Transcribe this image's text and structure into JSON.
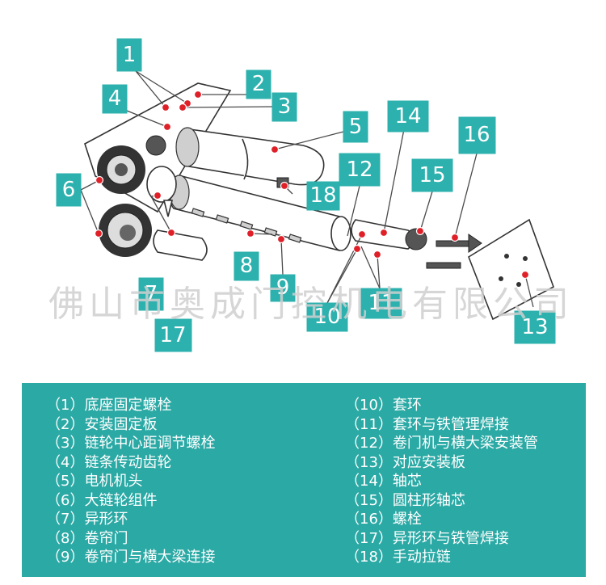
{
  "callouts": [
    "1",
    "2",
    "3",
    "4",
    "5",
    "6",
    "7",
    "8",
    "9",
    "10",
    "11",
    "12",
    "13",
    "14",
    "15",
    "16",
    "17",
    "18"
  ],
  "watermark": "佛山市奥成门控机电有限公司",
  "legend": {
    "left": [
      "（1）底座固定螺栓",
      "（2）安装固定板",
      "（3）链轮中心距调节螺栓",
      "（4）链条传动齿轮",
      "（5）电机机头",
      "（6）大链轮组件",
      "（7）异形环",
      "（8）卷帘门",
      "（9）卷帘门与横大梁连接"
    ],
    "right": [
      "（10）套环",
      "（11）套环与铁管理焊接",
      "（12）卷门机与横大梁安装管",
      "（13）对应安装板",
      "（14）轴芯",
      "（15）圆柱形轴芯",
      "（16）螺栓",
      "（17）异形环与铁管焊接",
      "（18）手动拉链"
    ]
  },
  "colors": {
    "accent": "#2cb1ae",
    "marker": "#e02028"
  }
}
